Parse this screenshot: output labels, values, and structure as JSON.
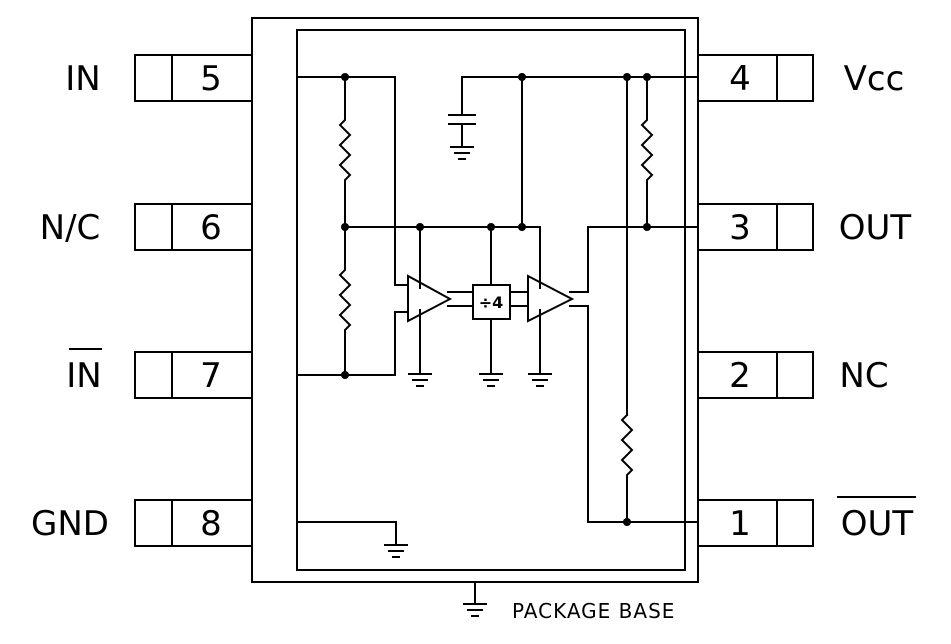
{
  "pins": [
    {
      "num": "5",
      "label": "IN"
    },
    {
      "num": "6",
      "label": "N/C"
    },
    {
      "num": "7",
      "label": "IN"
    },
    {
      "num": "8",
      "label": "GND"
    },
    {
      "num": "4",
      "label": "Vcc"
    },
    {
      "num": "3",
      "label": "OUT"
    },
    {
      "num": "2",
      "label": "NC"
    },
    {
      "num": "1",
      "label": "OUT"
    }
  ],
  "divider": {
    "label": "÷4"
  },
  "package": {
    "label": "PACKAGE BASE"
  }
}
